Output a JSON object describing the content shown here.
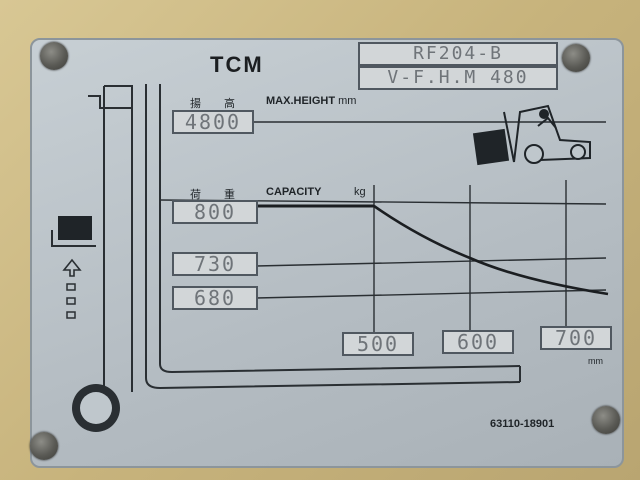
{
  "plate": {
    "brand": "TCM",
    "model_line1": "RF204-B",
    "model_line2": "V-F.H.M 480",
    "max_height_jp": "揚 高",
    "max_height_label": "MAX.HEIGHT",
    "max_height_unit": "mm",
    "max_height_value": "4800",
    "capacity_jp": "荷 重",
    "capacity_label": "CAPACITY",
    "capacity_unit": "kg",
    "capacities": [
      "800",
      "730",
      "680"
    ],
    "load_centers": [
      "500",
      "600",
      "700"
    ],
    "load_center_unit": "mm",
    "part_number": "63110-18901"
  }
}
